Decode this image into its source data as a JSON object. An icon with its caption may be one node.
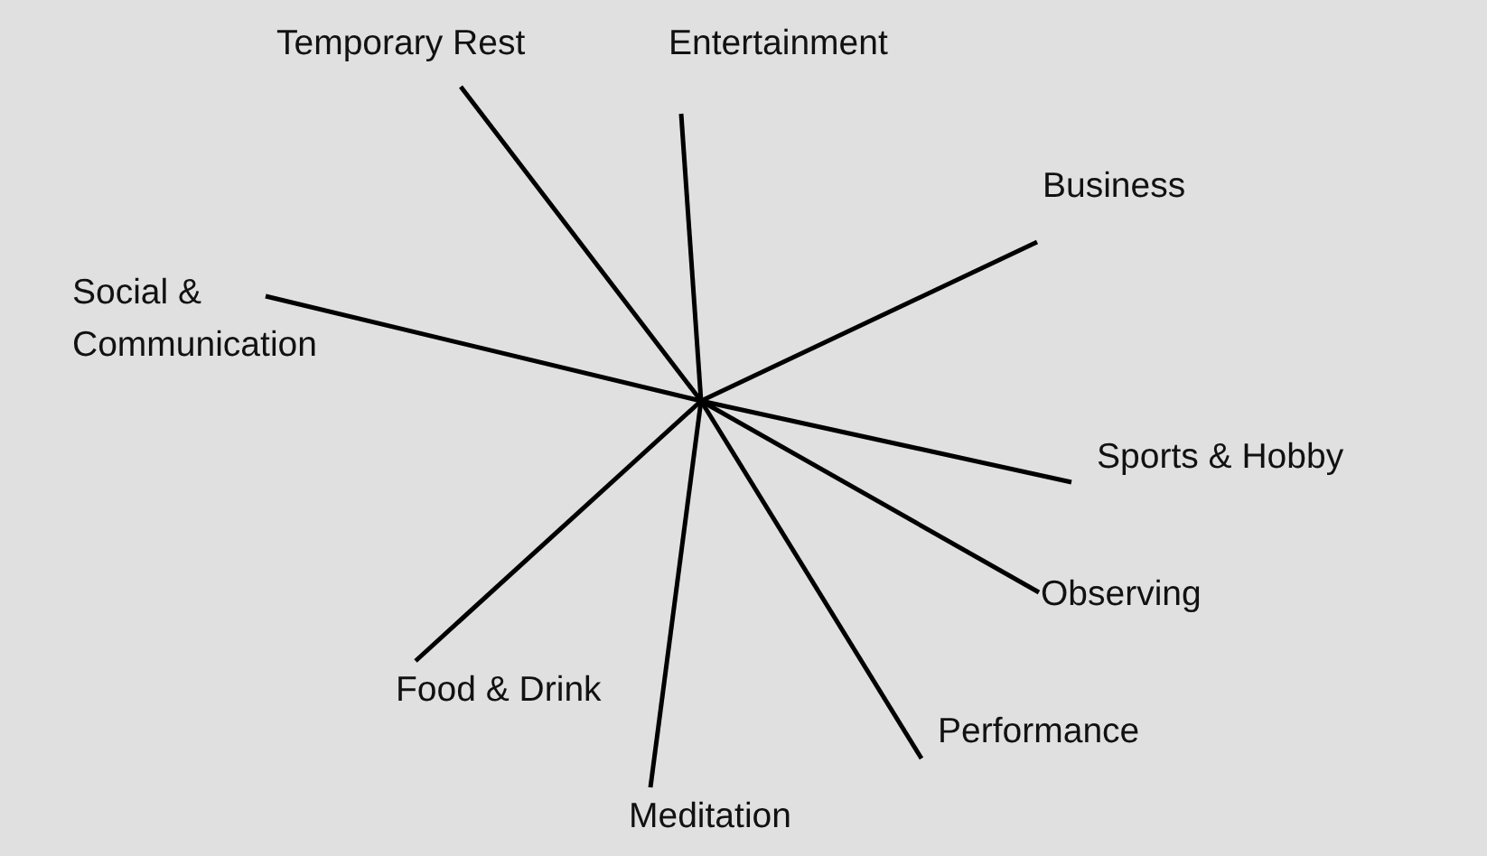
{
  "diagram": {
    "nodes": [
      {
        "text": [
          "Temporary Rest"
        ]
      },
      {
        "text": [
          "Entertainment"
        ]
      },
      {
        "text": [
          "Business"
        ]
      },
      {
        "text": [
          "Social & Communication"
        ]
      },
      {
        "text": [
          "Sports & Hobby"
        ]
      },
      {
        "text": [
          "Observing"
        ]
      },
      {
        "text": [
          "Food & Drink"
        ]
      },
      {
        "text": [
          "Performance"
        ]
      },
      {
        "text": [
          "Meditation"
        ]
      }
    ],
    "edges": [
      {
        "from": null,
        "to": 0,
        "arrow": "none"
      },
      {
        "from": null,
        "to": 1,
        "arrow": "none"
      },
      {
        "from": null,
        "to": 2,
        "arrow": "none"
      },
      {
        "from": null,
        "to": 3,
        "arrow": "none"
      },
      {
        "from": null,
        "to": 4,
        "arrow": "none"
      },
      {
        "from": null,
        "to": 5,
        "arrow": "none"
      },
      {
        "from": null,
        "to": 6,
        "arrow": "none"
      },
      {
        "from": null,
        "to": 7,
        "arrow": "none"
      },
      {
        "from": null,
        "to": 8,
        "arrow": "none"
      }
    ]
  }
}
